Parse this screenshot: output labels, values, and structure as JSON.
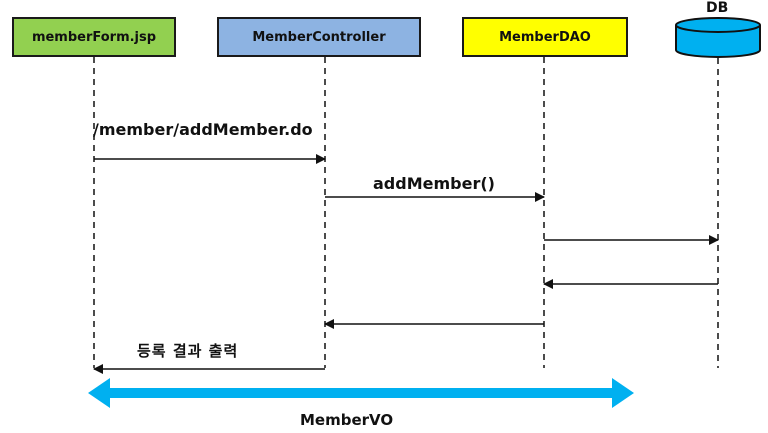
{
  "participants": [
    {
      "key": "form",
      "label": "memberForm.jsp",
      "color": "#92d050"
    },
    {
      "key": "controller",
      "label": "MemberController",
      "color": "#8db3e2"
    },
    {
      "key": "dao",
      "label": "MemberDAO",
      "color": "#ffff00"
    },
    {
      "key": "db",
      "label": "DB",
      "color": "#00b0f0"
    }
  ],
  "messages": {
    "m1": "/member/addMember.do",
    "m2": "addMember()",
    "m6": "등록 결과 출력"
  },
  "transfer": {
    "label": "MemberVO",
    "color": "#00b0f0"
  }
}
